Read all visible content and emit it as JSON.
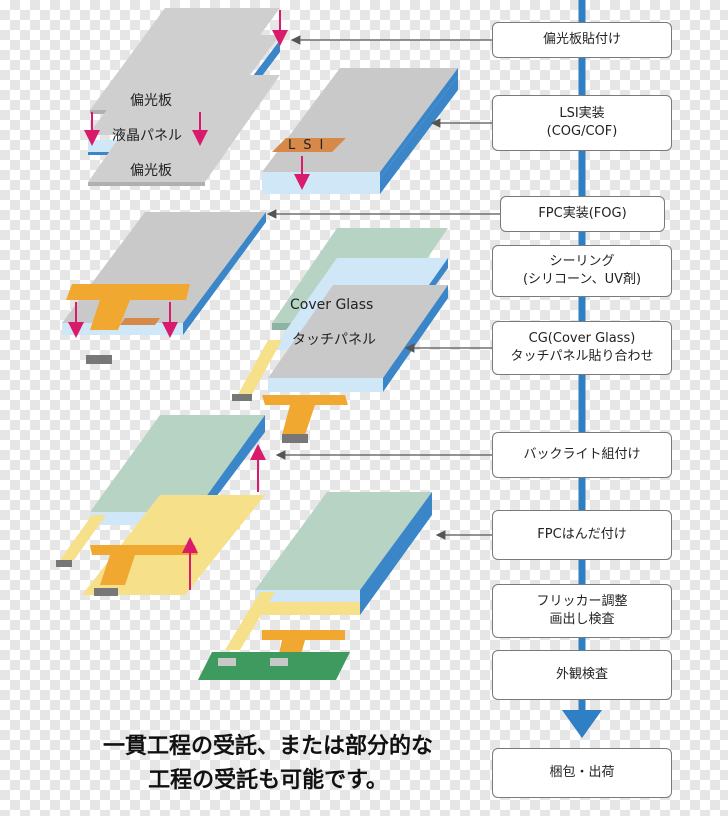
{
  "layers": {
    "polarizer_top": "偏光板",
    "lcd_panel": "液晶パネル",
    "polarizer_bottom": "偏光板",
    "lsi": "LSI",
    "cover_glass": "Cover Glass",
    "touch_panel": "タッチパネル"
  },
  "steps": [
    {
      "lines": [
        "偏光板貼付け"
      ]
    },
    {
      "lines": [
        "LSI実装",
        "(COG/COF)"
      ]
    },
    {
      "lines": [
        "FPC実装(FOG)"
      ]
    },
    {
      "lines": [
        "シーリング",
        "(シリコーン、UV剤)"
      ]
    },
    {
      "lines": [
        "CG(Cover Glass)",
        "タッチパネル貼り合わせ"
      ]
    },
    {
      "lines": [
        "バックライト組付け"
      ]
    },
    {
      "lines": [
        "FPCはんだ付け"
      ]
    },
    {
      "lines": [
        "フリッカー調整",
        "画出し検査"
      ]
    },
    {
      "lines": [
        "外観検査"
      ]
    },
    {
      "lines": [
        "梱包・出荷"
      ]
    }
  ],
  "caption": {
    "line1": "一貫工程の受託、または部分的な",
    "line2": "工程の受託も可能です。"
  },
  "colors": {
    "flow_arrow": "#2f7fc4",
    "lcd_blue": "#3b86c8",
    "fpc_orange": "#f0a830",
    "glass_green": "#b7d3c4",
    "backlight_yellow": "#f7e08a",
    "pcb_green": "#3e9a5f",
    "push_arrow": "#d81b6a"
  }
}
